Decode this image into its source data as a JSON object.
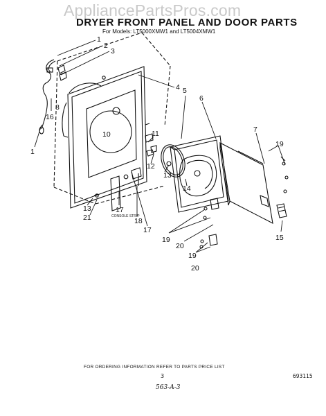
{
  "header": {
    "watermark": "AppliancePartsPros.com",
    "title": "DRYER FRONT PANEL AND DOOR PARTS",
    "subtitle": "For Models: LT5000XMW1 and LT5004XMW1"
  },
  "callouts": [
    {
      "id": "c1",
      "label": "1"
    },
    {
      "id": "c2",
      "label": "2"
    },
    {
      "id": "c3",
      "label": "3"
    },
    {
      "id": "c4",
      "label": "4"
    },
    {
      "id": "c5",
      "label": "5"
    },
    {
      "id": "c6",
      "label": "6"
    },
    {
      "id": "c7",
      "label": "7"
    },
    {
      "id": "c8",
      "label": "8"
    },
    {
      "id": "c10",
      "label": "10"
    },
    {
      "id": "c11",
      "label": "11"
    },
    {
      "id": "c12",
      "label": "12"
    },
    {
      "id": "c13a",
      "label": "13"
    },
    {
      "id": "c13b",
      "label": "13"
    },
    {
      "id": "c14",
      "label": "14"
    },
    {
      "id": "c15",
      "label": "15"
    },
    {
      "id": "c16",
      "label": "16"
    },
    {
      "id": "c17a",
      "label": "17"
    },
    {
      "id": "c17b",
      "label": "17"
    },
    {
      "id": "c18",
      "label": "18"
    },
    {
      "id": "c19a",
      "label": "19"
    },
    {
      "id": "c19b",
      "label": "19"
    },
    {
      "id": "c19c",
      "label": "19"
    },
    {
      "id": "c20a",
      "label": "20"
    },
    {
      "id": "c20b",
      "label": "20"
    },
    {
      "id": "c21",
      "label": "21"
    },
    {
      "id": "c1b",
      "label": "1"
    }
  ],
  "console_strip_label": "CONSOLE STRIP",
  "footer": {
    "note": "FOR ORDERING INFORMATION REFER TO PARTS PRICE LIST",
    "page": "3",
    "doc_number": "693115",
    "handwritten": "563-A-3"
  }
}
